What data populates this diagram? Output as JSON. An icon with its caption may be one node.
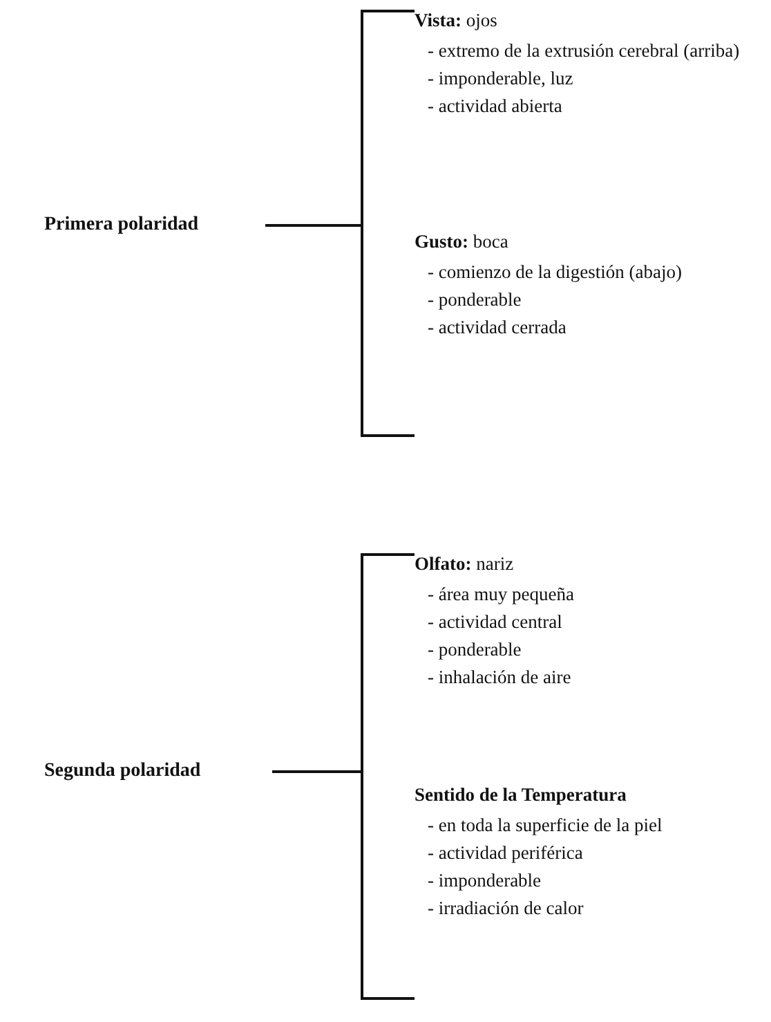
{
  "diagram": {
    "nodes": [
      {
        "text": [
          "Primera polaridad"
        ]
      },
      {
        "text": [
          "**Vista:** ojos",
          "- extremo de la extrusión cerebral (arriba)",
          "- imponderable, luz",
          "- actividad abierta"
        ]
      },
      {
        "text": [
          "**Gusto:** boca",
          "- comienzo de la digestión (abajo)",
          "- ponderable",
          "- actividad cerrada"
        ]
      },
      {
        "text": [
          "Segunda polaridad"
        ]
      },
      {
        "text": [
          "**Olfato:** nariz",
          "- área muy pequeña",
          "- actividad central",
          "- ponderable",
          "- inhalación de aire"
        ]
      },
      {
        "text": [
          "**Sentido de la Temperatura**",
          "- en toda la superficie de la piel",
          "- actividad periférica",
          "- imponderable",
          "- irradiación de calor"
        ]
      }
    ],
    "edges": [
      {
        "from": 0,
        "to": 1,
        "arrow": "none"
      },
      {
        "from": 0,
        "to": 2,
        "arrow": "none"
      },
      {
        "from": 3,
        "to": 4,
        "arrow": "none"
      },
      {
        "from": 3,
        "to": 5,
        "arrow": "none"
      }
    ]
  }
}
